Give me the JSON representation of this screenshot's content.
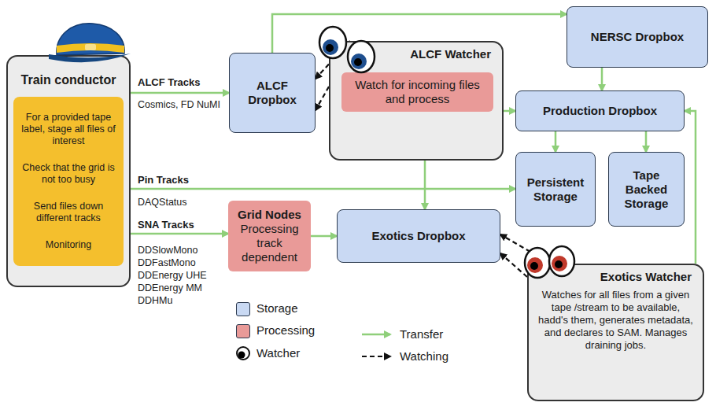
{
  "diagram": {
    "nodes": [
      {
        "text": [
          "Train conductor"
        ]
      },
      {
        "text": [
          "For a provided tape label, stage all files of interest",
          "Check that the grid is not too busy",
          "Send files down different tracks",
          "Monitoring"
        ],
        "in": 0
      },
      {
        "text": [
          "ALCF Dropbox"
        ]
      },
      {
        "text": [
          "ALCF Watcher"
        ]
      },
      {
        "text": [
          "Watch for incoming files and process"
        ],
        "in": 3
      },
      {
        "text": [
          "NERSC Dropbox"
        ]
      },
      {
        "text": [
          "Production Dropbox"
        ]
      },
      {
        "text": [
          "Persistent Storage"
        ]
      },
      {
        "text": [
          "Tape Backed Storage"
        ]
      },
      {
        "text": [
          "Grid Nodes",
          "Processing track dependent"
        ]
      },
      {
        "text": [
          "Exotics Dropbox"
        ]
      },
      {
        "text": [
          "Exotics Watcher",
          "Watches for all files from a given tape /stream to be available, hadd's them, generates metadata, and declares to SAM. Manages draining jobs."
        ]
      }
    ],
    "edges": [
      {
        "from": 0,
        "to": 2,
        "arrow": "to",
        "label": "ALCF Tracks"
      },
      {
        "from": 0,
        "to": 7,
        "arrow": "to",
        "label": "Pin Tracks"
      },
      {
        "from": 0,
        "to": 9,
        "arrow": "to",
        "label": "SNA Tracks"
      },
      {
        "from": 2,
        "to": 5,
        "arrow": "to"
      },
      {
        "from": 3,
        "to": 6,
        "arrow": "to"
      },
      {
        "from": 5,
        "to": 6,
        "arrow": "to"
      },
      {
        "from": 6,
        "to": 7,
        "arrow": "to"
      },
      {
        "from": 6,
        "to": 8,
        "arrow": "to"
      },
      {
        "from": 3,
        "to": 10,
        "arrow": "to"
      },
      {
        "from": 9,
        "to": 10,
        "arrow": "to"
      },
      {
        "from": 11,
        "to": 6,
        "arrow": "to"
      },
      {
        "from": 3,
        "to": 2,
        "arrow": "to"
      },
      {
        "from": 3,
        "to": 2,
        "arrow": "to"
      },
      {
        "from": 11,
        "to": 10,
        "arrow": "to"
      },
      {
        "from": 11,
        "to": 10,
        "arrow": "to"
      }
    ],
    "labels": [
      "Cosmics, FD NuMI",
      "DAQStatus",
      "DDSlowMono",
      "DDFastMono",
      "DDEnergy UHE",
      "DDEnergy MM",
      "DDHMu"
    ],
    "legend": [
      {
        "text": "Storage",
        "color": "#c9d9f3"
      },
      {
        "text": "Processing",
        "color": "#e99a98"
      },
      {
        "text": "Watcher"
      },
      {
        "text": "Transfer"
      },
      {
        "text": "Watching"
      }
    ]
  }
}
